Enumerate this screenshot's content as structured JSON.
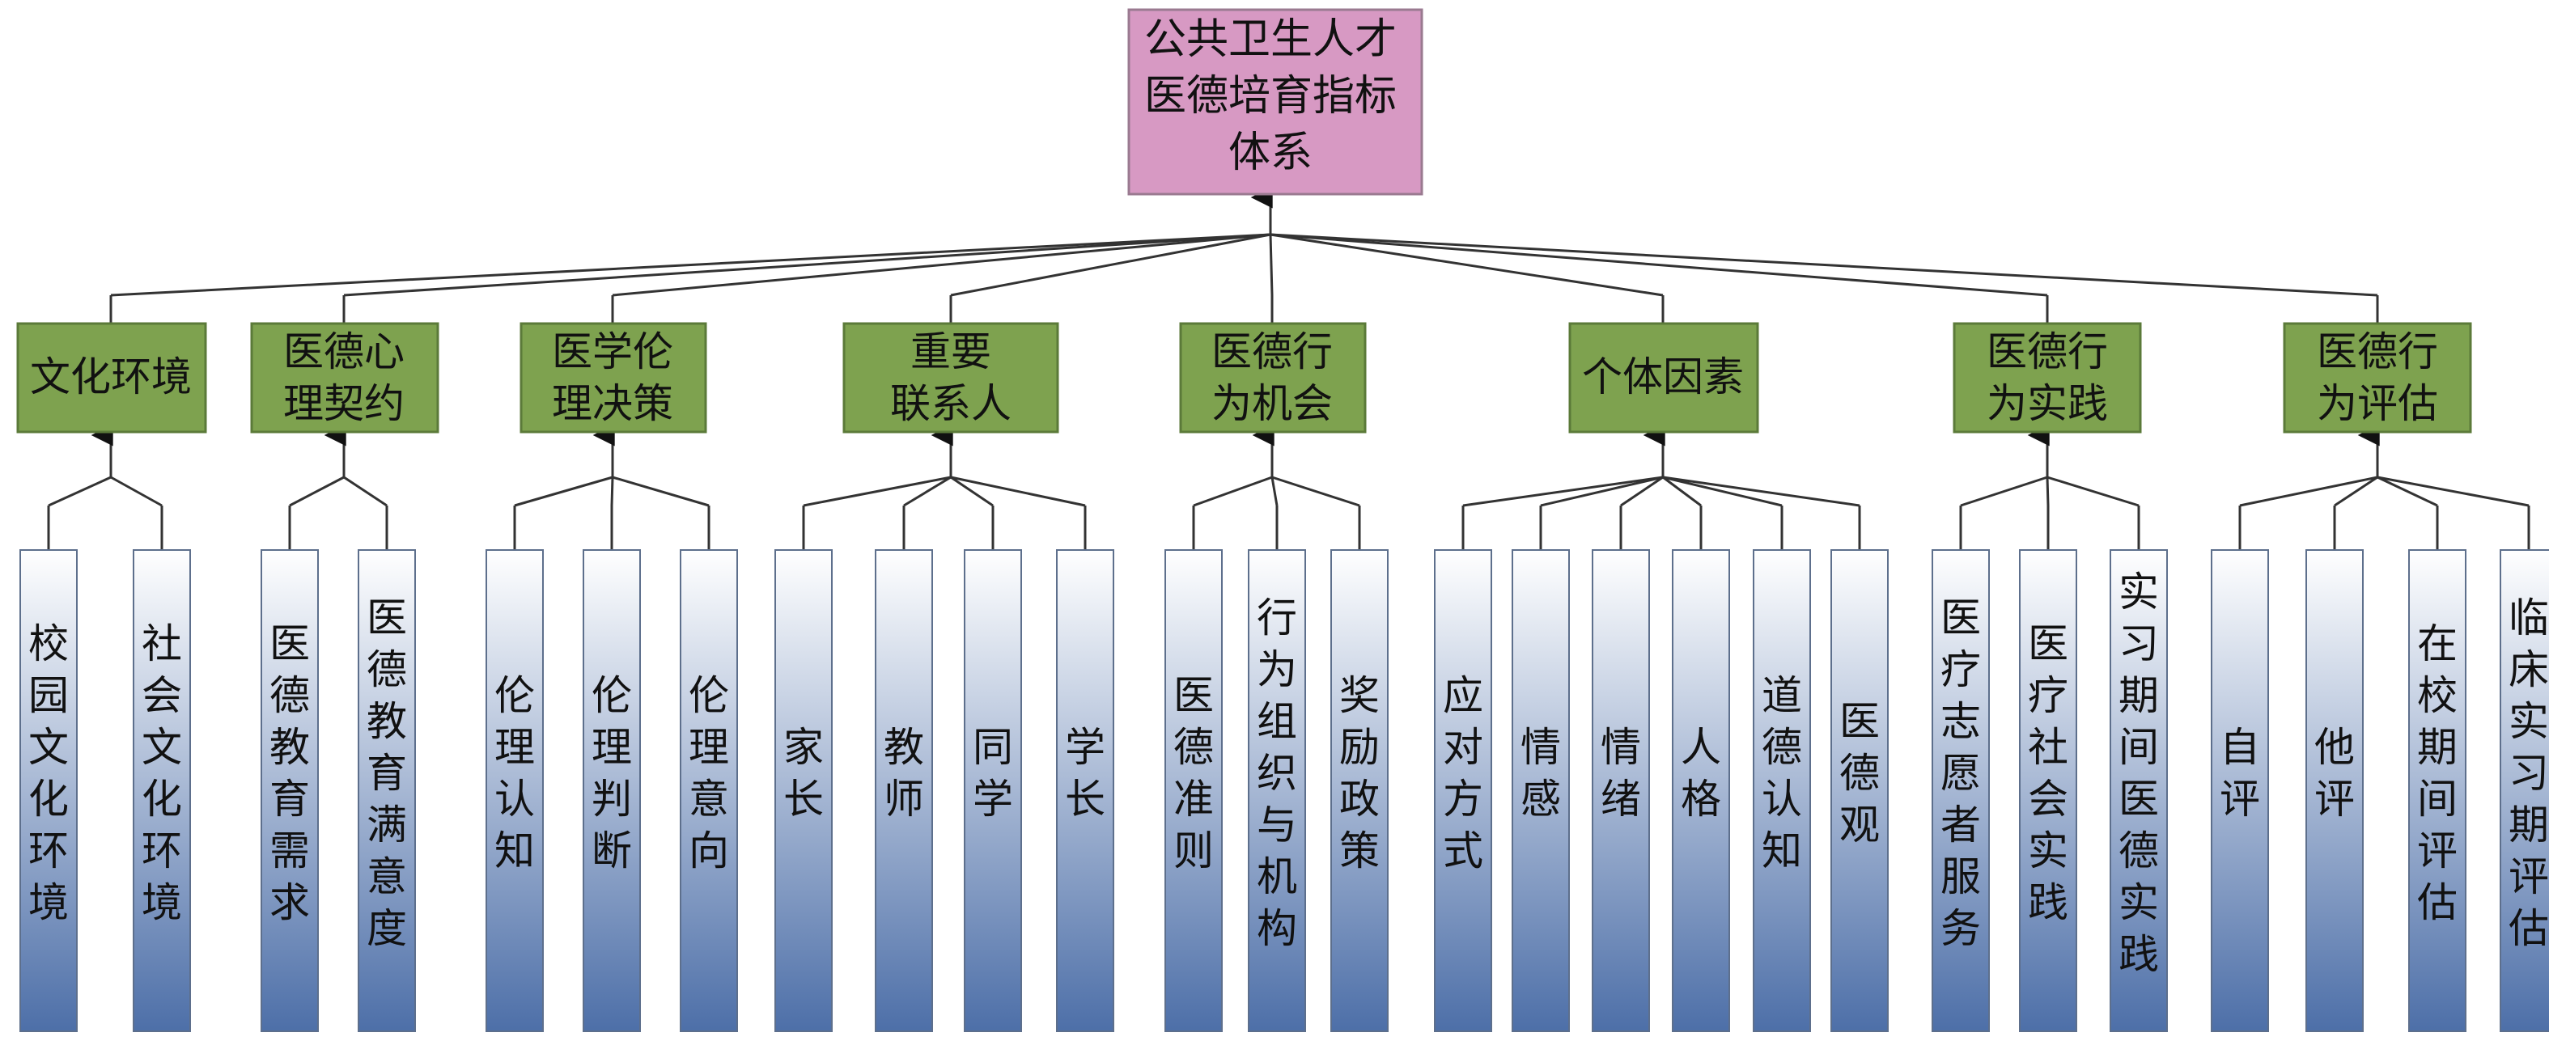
{
  "root": {
    "lines": [
      "公共卫生人才",
      "医德培育指标",
      "体系"
    ]
  },
  "colors": {
    "root_fill": "#d799c3",
    "root_stroke": "#9a7a90",
    "cat_fill": "#7ea24f",
    "cat_stroke": "#5b7a39",
    "leaf_top": "#ffffff",
    "leaf_bottom": "#4d6fa8",
    "leaf_stroke": "#5d6f8c",
    "line": "#333333"
  },
  "categories": [
    {
      "lines": [
        "文化环境"
      ],
      "children": [
        [
          "校",
          "园",
          "文",
          "化",
          "环",
          "境"
        ],
        [
          "社",
          "会",
          "文",
          "化",
          "环",
          "境"
        ]
      ]
    },
    {
      "lines": [
        "医德心",
        "理契约"
      ],
      "children": [
        [
          "医",
          "德",
          "教",
          "育",
          "需",
          "求"
        ],
        [
          "医",
          "德",
          "教",
          "育",
          "满",
          "意",
          "度"
        ]
      ]
    },
    {
      "lines": [
        "医学伦",
        "理决策"
      ],
      "children": [
        [
          "伦",
          "理",
          "认",
          "知"
        ],
        [
          "伦",
          "理",
          "判",
          "断"
        ],
        [
          "伦",
          "理",
          "意",
          "向"
        ]
      ]
    },
    {
      "lines": [
        "重要",
        "联系人"
      ],
      "children": [
        [
          "家",
          "长"
        ],
        [
          "教",
          "师"
        ],
        [
          "同",
          "学"
        ],
        [
          "学",
          "长"
        ]
      ]
    },
    {
      "lines": [
        "医德行",
        "为机会"
      ],
      "children": [
        [
          "医",
          "德",
          "准",
          "则"
        ],
        [
          "行",
          "为",
          "组",
          "织",
          "与",
          "机",
          "构"
        ],
        [
          "奖",
          "励",
          "政",
          "策"
        ]
      ]
    },
    {
      "lines": [
        "个体因素"
      ],
      "children": [
        [
          "应",
          "对",
          "方",
          "式"
        ],
        [
          "情",
          "感"
        ],
        [
          "情",
          "绪"
        ],
        [
          "人",
          "格"
        ],
        [
          "道",
          "德",
          "认",
          "知"
        ],
        [
          "医",
          "德",
          "观"
        ]
      ]
    },
    {
      "lines": [
        "医德行",
        "为实践"
      ],
      "children": [
        [
          "医",
          "疗",
          "志",
          "愿",
          "者",
          "服",
          "务"
        ],
        [
          "医",
          "疗",
          "社",
          "会",
          "实",
          "践"
        ],
        [
          "实",
          "习",
          "期",
          "间",
          "医",
          "德",
          "实",
          "践"
        ]
      ]
    },
    {
      "lines": [
        "医德行",
        "为评估"
      ],
      "children": [
        [
          "自",
          "评"
        ],
        [
          "他",
          "评"
        ],
        [
          "在",
          "校",
          "期",
          "间",
          "评",
          "估"
        ],
        [
          "临",
          "床",
          "实",
          "习",
          "期",
          "评",
          "估"
        ]
      ]
    }
  ]
}
